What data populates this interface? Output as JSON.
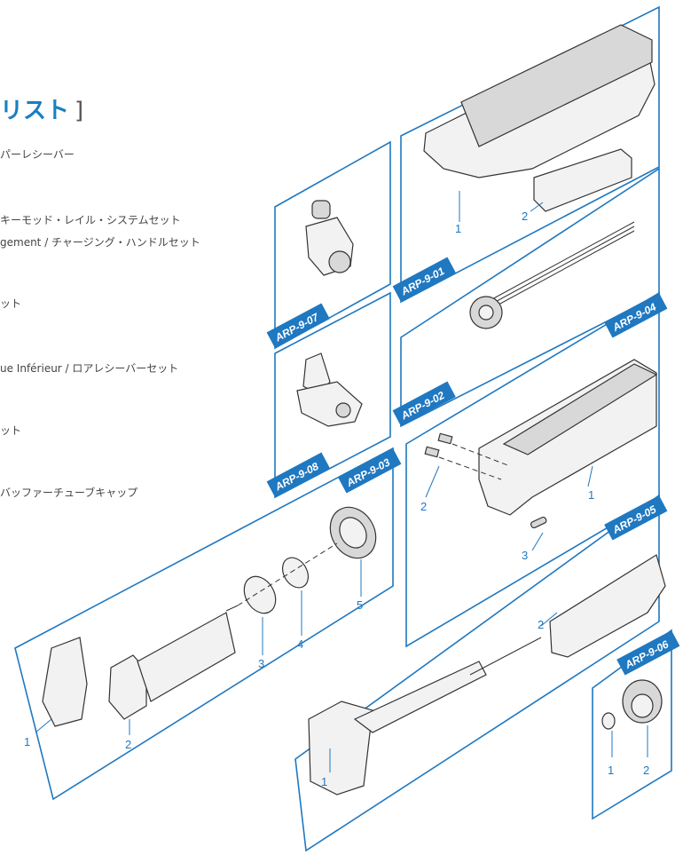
{
  "title": {
    "text": "リスト",
    "close_bracket": "]"
  },
  "items": [
    "パーレシーバー",
    "キーモッド・レイル・システムセット",
    "gement / チャージング・ハンドルセット",
    "ット",
    "ue Inférieur / ロアレシーバーセット",
    "ット",
    "バッファーチューブキャップ"
  ],
  "panels": {
    "arp_9_01": {
      "tag": "ARP-9-01",
      "labels": [
        "1",
        "2"
      ]
    },
    "arp_9_02": {
      "tag": "ARP-9-02"
    },
    "arp_9_03": {
      "tag": "ARP-9-03",
      "labels": [
        "1",
        "2",
        "3",
        "4",
        "5"
      ]
    },
    "arp_9_04": {
      "tag": "ARP-9-04",
      "labels": [
        "1",
        "2",
        "3"
      ]
    },
    "arp_9_05": {
      "tag": "ARP-9-05",
      "labels": [
        "1",
        "2"
      ]
    },
    "arp_9_06": {
      "tag": "ARP-9-06",
      "labels": [
        "1",
        "2"
      ]
    },
    "arp_9_07": {
      "tag": "ARP-9-07"
    },
    "arp_9_08": {
      "tag": "ARP-9-08"
    }
  },
  "colors": {
    "accent": "#1f78c0",
    "text": "#444444"
  }
}
